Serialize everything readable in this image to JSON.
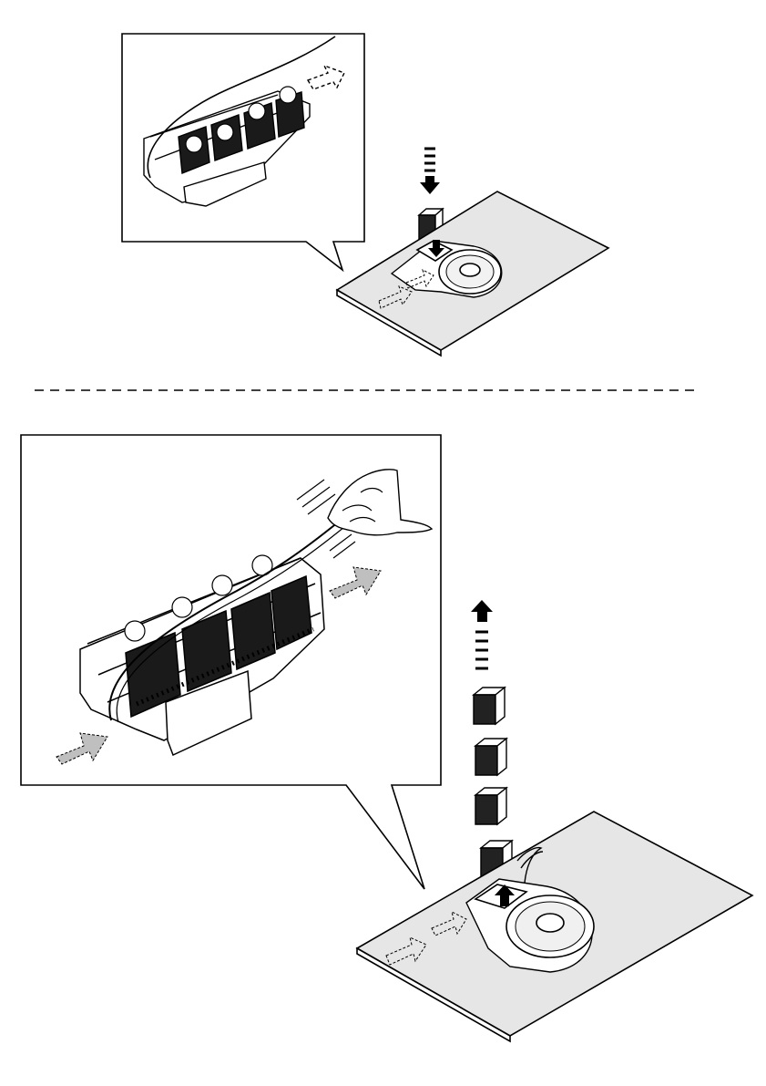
{
  "page": {
    "background": "#ffffff",
    "ink_color": "#000000",
    "panel_fill": "#e6e6e6",
    "arrow_fill": "#bfbfbf",
    "diagram_text": []
  },
  "steps": [
    {
      "id": "insert-filter",
      "arrow_direction": "down",
      "filter_block_count": 1,
      "highlighted_filters": 4
    },
    {
      "id": "remove-filters",
      "arrow_direction": "up",
      "filter_block_count": 4,
      "highlighted_filters": 4
    }
  ]
}
